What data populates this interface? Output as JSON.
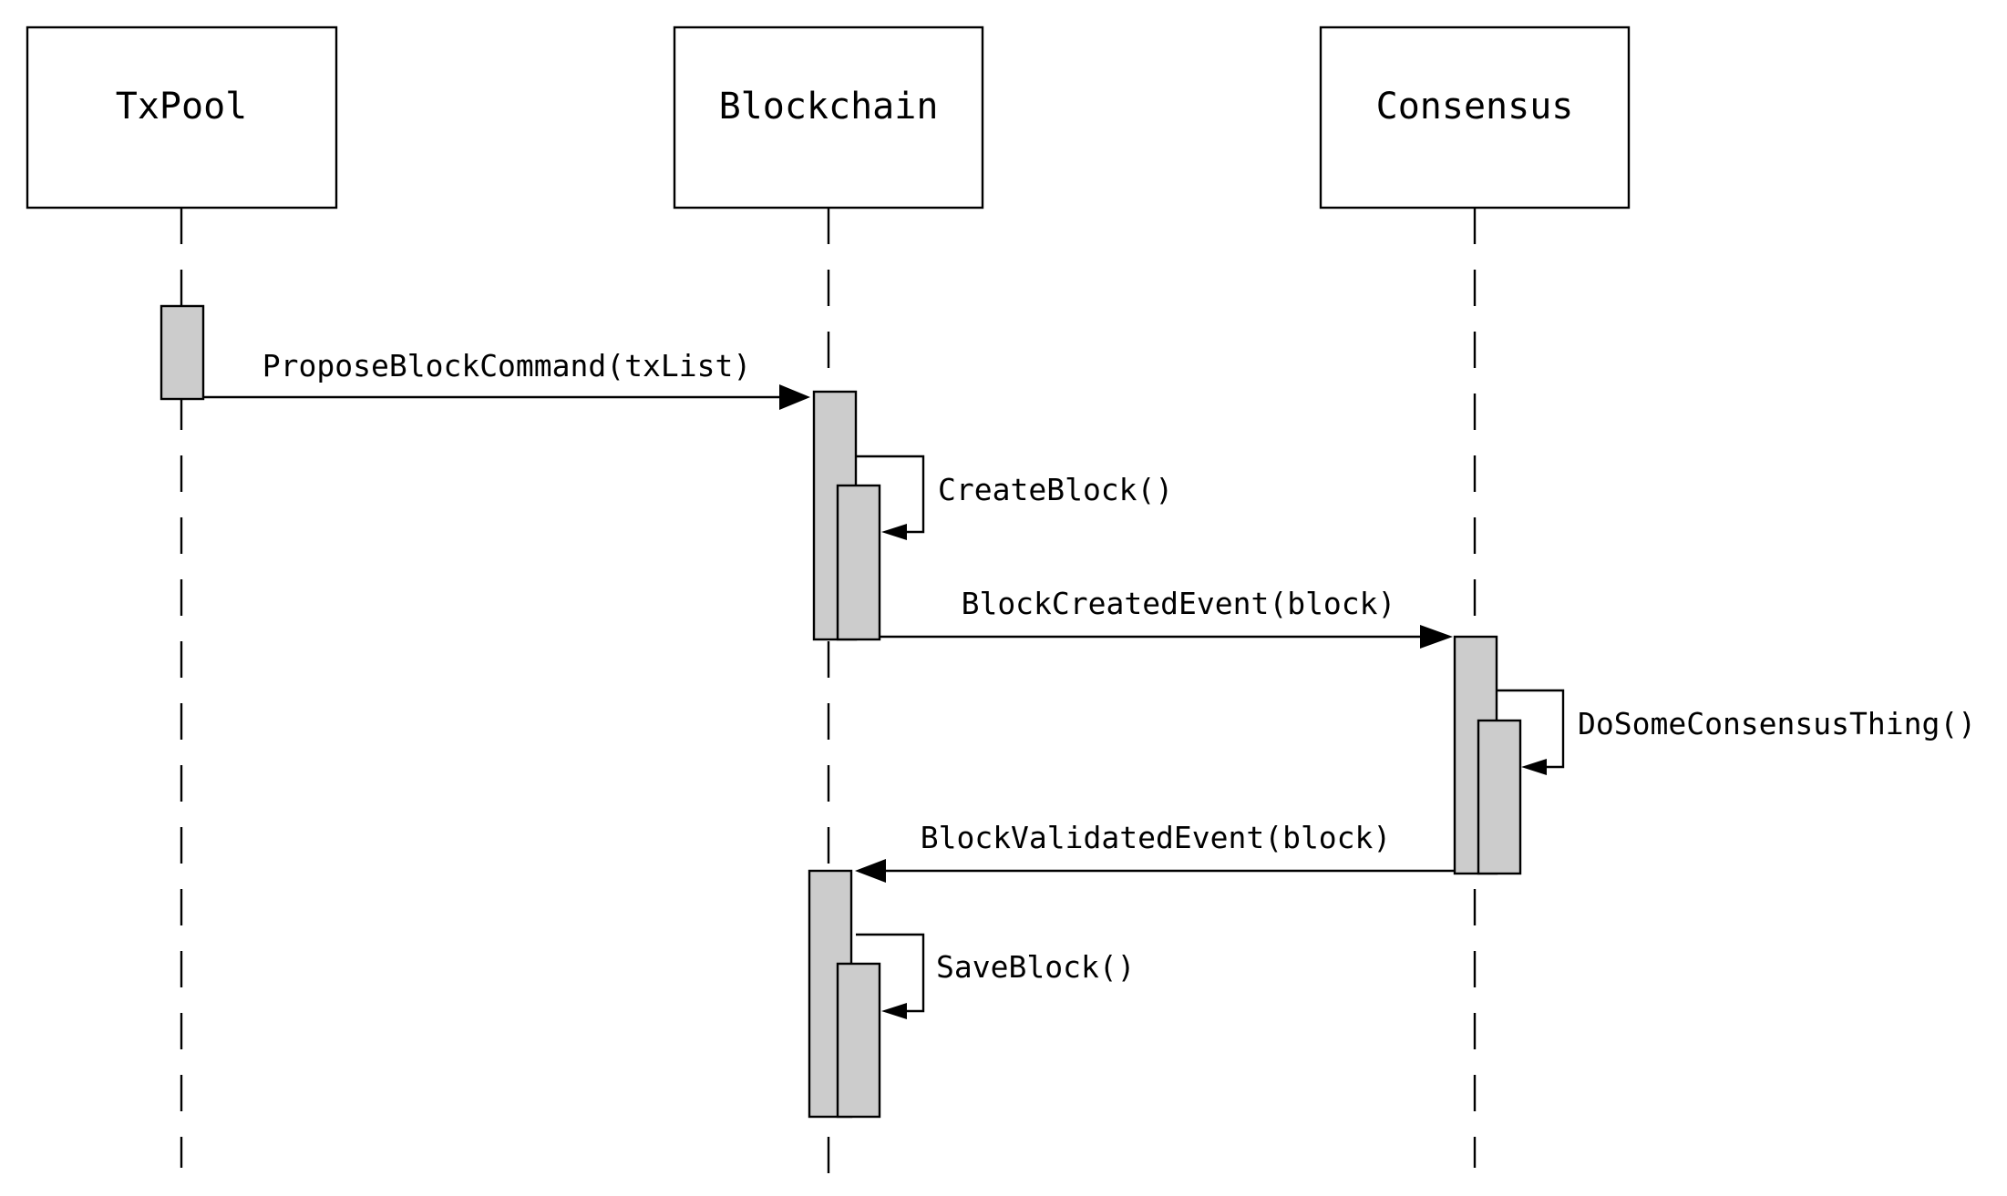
{
  "participants": [
    {
      "id": "txpool",
      "label": "TxPool"
    },
    {
      "id": "blockchain",
      "label": "Blockchain"
    },
    {
      "id": "consensus",
      "label": "Consensus"
    }
  ],
  "messages": [
    {
      "id": "m1",
      "from": "TxPool",
      "to": "Blockchain",
      "label": "ProposeBlockCommand(txList)"
    },
    {
      "id": "m2",
      "from": "Blockchain",
      "to": "Blockchain",
      "label": "CreateBlock()"
    },
    {
      "id": "m3",
      "from": "Blockchain",
      "to": "Consensus",
      "label": "BlockCreatedEvent(block)"
    },
    {
      "id": "m4",
      "from": "Consensus",
      "to": "Consensus",
      "label": "DoSomeConsensusThing()"
    },
    {
      "id": "m5",
      "from": "Consensus",
      "to": "Blockchain",
      "label": "BlockValidatedEvent(block)"
    },
    {
      "id": "m6",
      "from": "Blockchain",
      "to": "Blockchain",
      "label": "SaveBlock()"
    }
  ],
  "colors": {
    "activation_fill": "#cccccc",
    "stroke": "#000000",
    "background": "#ffffff"
  }
}
